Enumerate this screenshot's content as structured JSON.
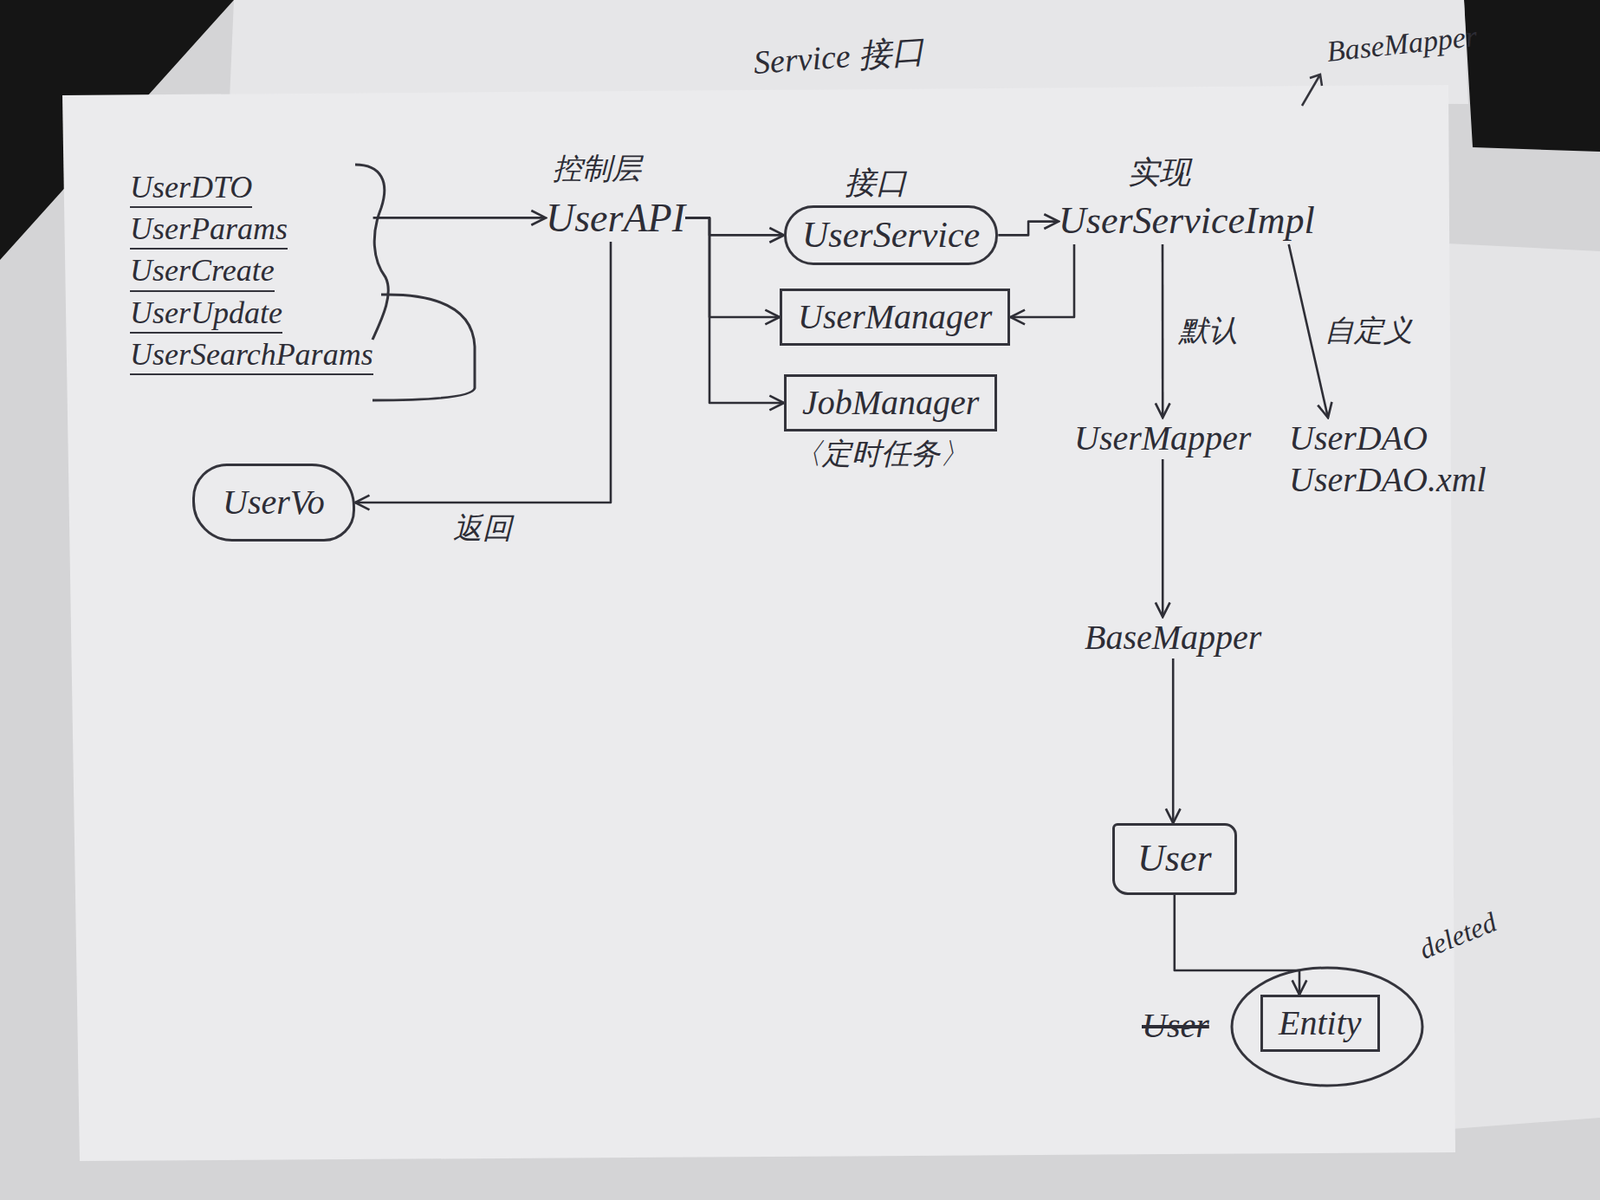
{
  "diagram": {
    "nodes": [
      {
        "text": [
          "UserDTO",
          "UserParams",
          "UserCreate",
          "UserUpdate",
          "UserSearchParams"
        ]
      },
      {
        "text": [
          "控制层",
          "UserAPI"
        ]
      },
      {
        "text": [
          "接口",
          "UserService"
        ]
      },
      {
        "text": [
          "UserManager"
        ]
      },
      {
        "text": [
          "JobManager",
          "〈定时任务〉"
        ]
      },
      {
        "text": [
          "实现",
          "UserServiceImpl"
        ]
      },
      {
        "text": [
          "UserMapper"
        ]
      },
      {
        "text": [
          "UserDAO",
          "UserDAO.xml"
        ]
      },
      {
        "text": [
          "BaseMapper"
        ]
      },
      {
        "text": [
          "User"
        ]
      },
      {
        "text": [
          "Entity"
        ]
      },
      {
        "text": [
          "UserVo"
        ]
      }
    ],
    "edges": [
      {
        "from": 0,
        "to": 1,
        "arrow": "to"
      },
      {
        "from": 1,
        "to": 2,
        "arrow": "to"
      },
      {
        "from": 1,
        "to": 3,
        "arrow": "to"
      },
      {
        "from": 1,
        "to": 4,
        "arrow": "to"
      },
      {
        "from": 2,
        "to": 5,
        "arrow": "to"
      },
      {
        "from": 5,
        "to": 3,
        "arrow": "to"
      },
      {
        "from": 5,
        "to": 6,
        "label": "默认",
        "arrow": "to"
      },
      {
        "from": 5,
        "to": 7,
        "label": "自定义",
        "arrow": "to"
      },
      {
        "from": 6,
        "to": 8,
        "arrow": "to"
      },
      {
        "from": 8,
        "to": 9,
        "arrow": "to"
      },
      {
        "from": 9,
        "to": 10,
        "arrow": "to"
      },
      {
        "from": 1,
        "to": 11,
        "label": "返回",
        "arrow": "to"
      }
    ],
    "labels": [
      "Service 接口",
      "BaseMapper",
      "User",
      "deleted"
    ]
  }
}
